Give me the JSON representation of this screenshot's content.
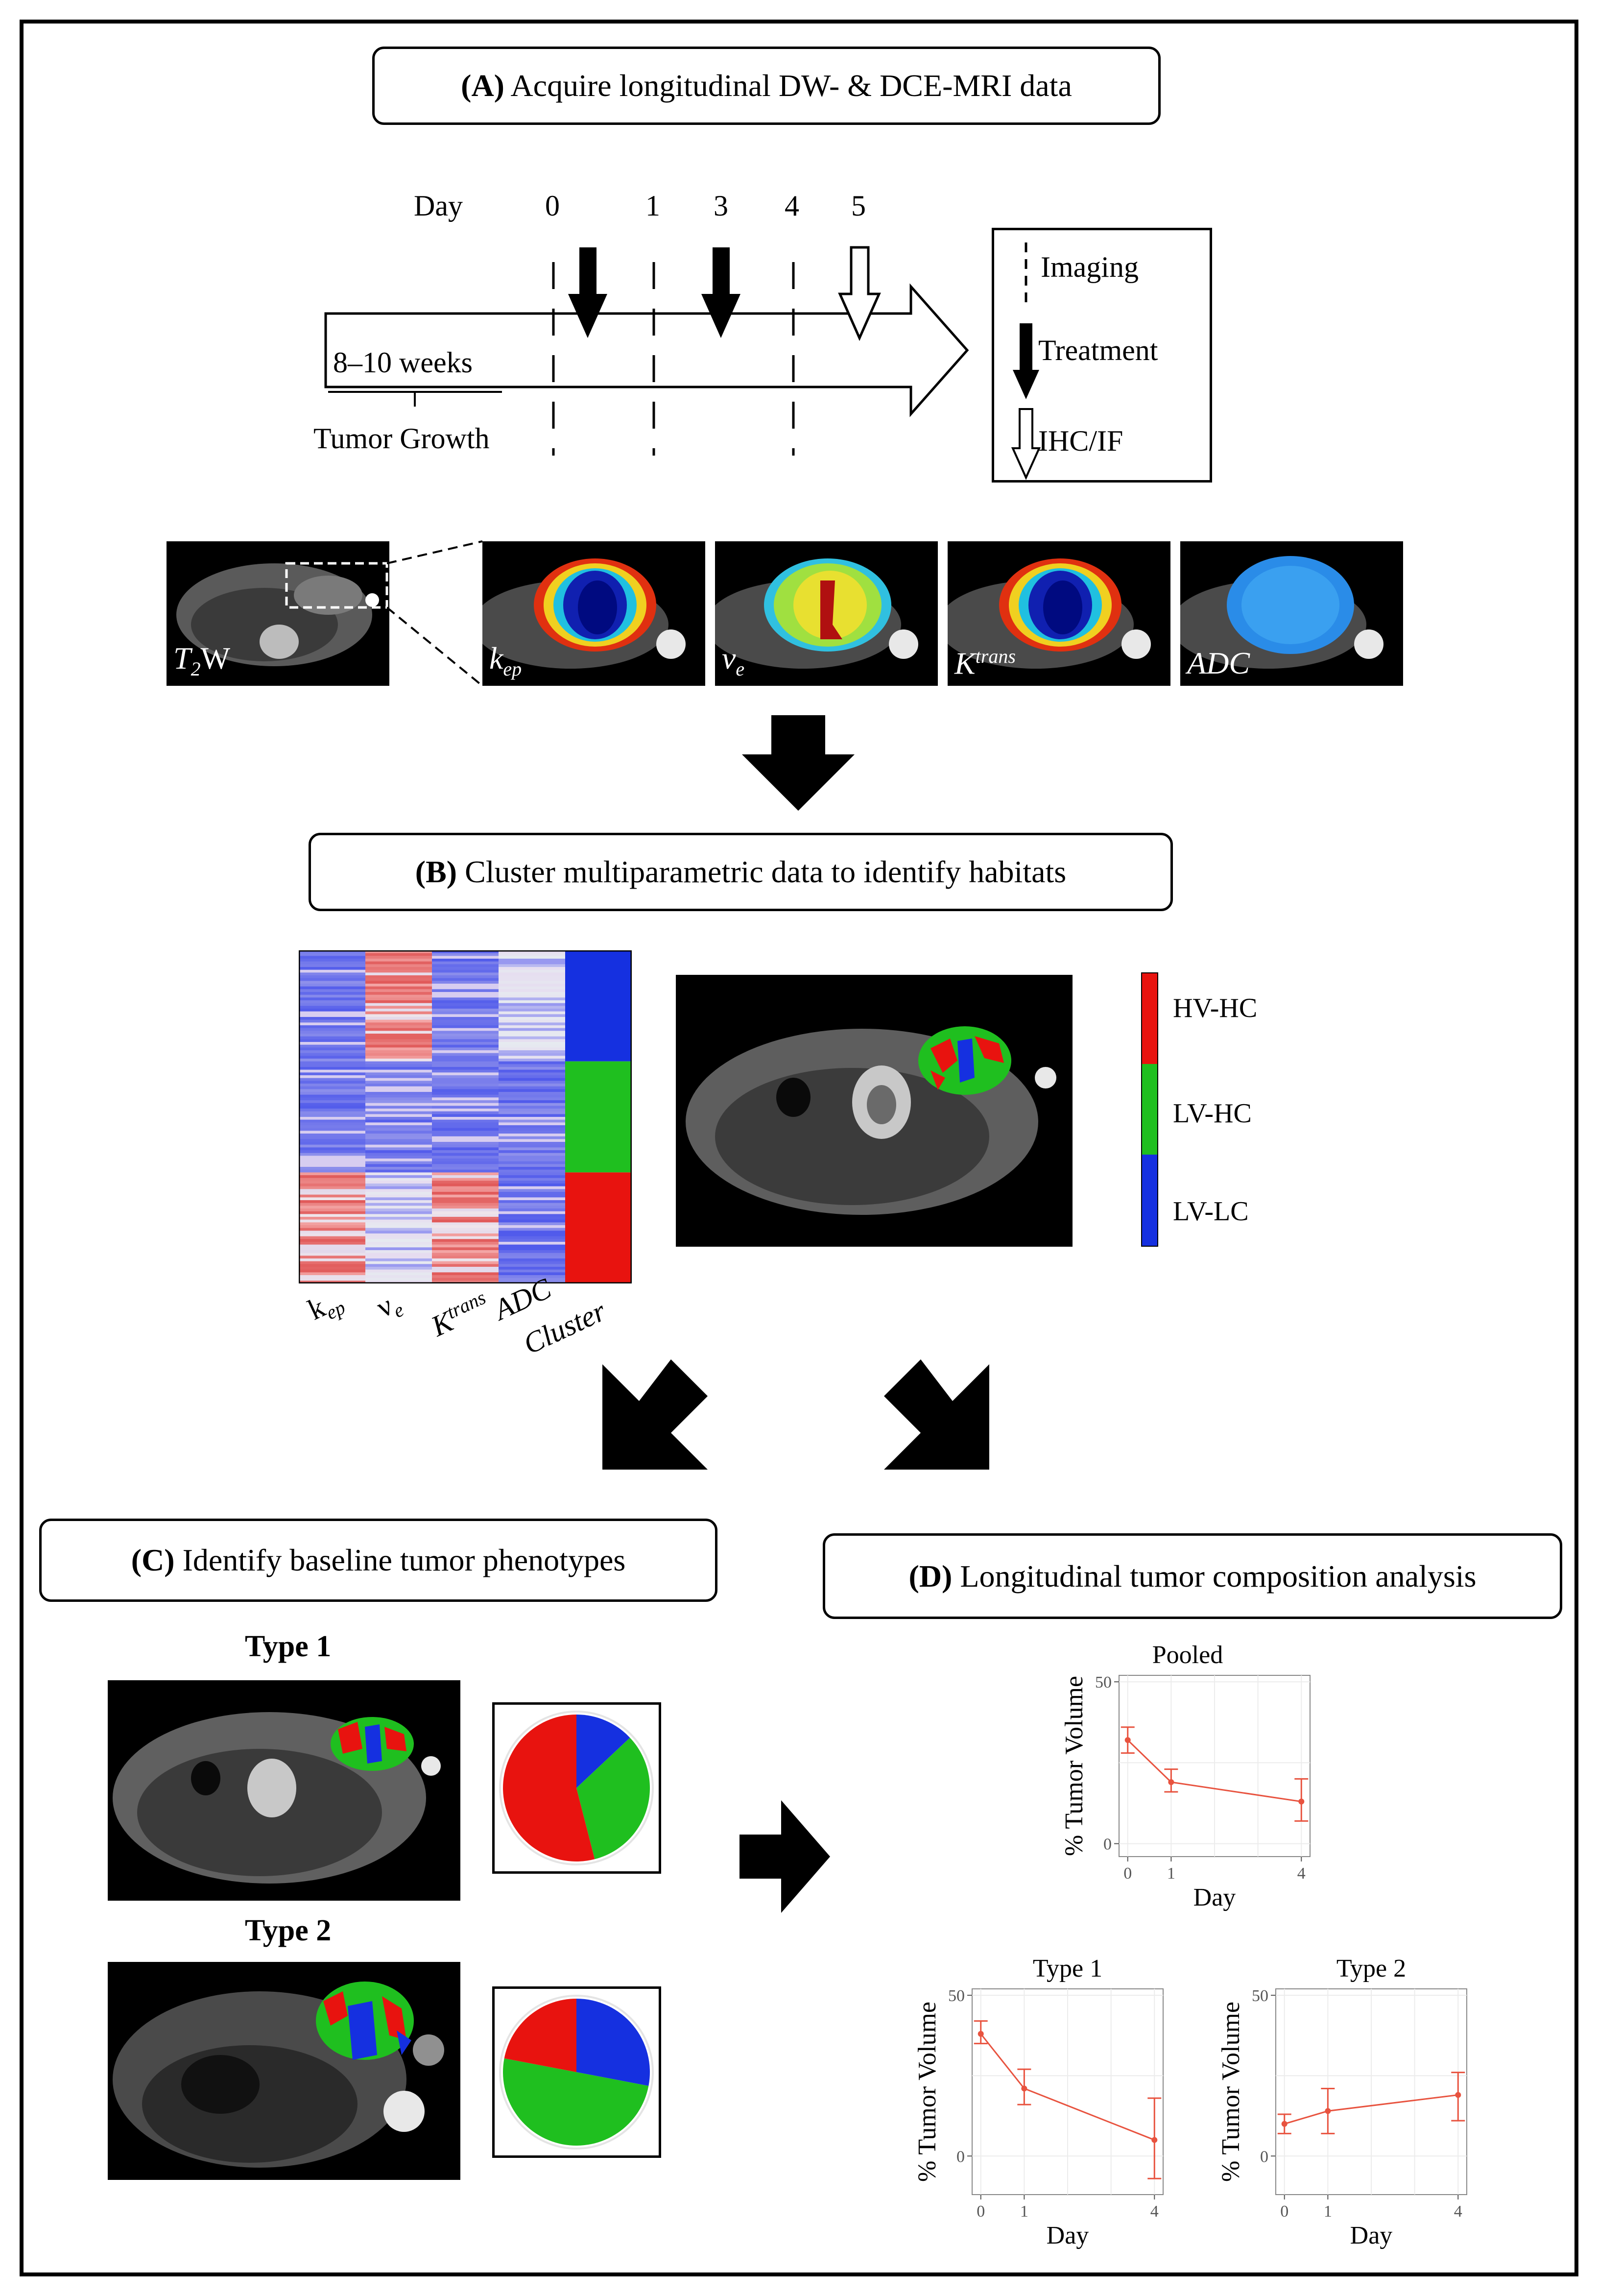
{
  "steps": {
    "a": {
      "letter": "(A)",
      "text": " Acquire longitudinal DW- & DCE-MRI data"
    },
    "b": {
      "letter": "(B)",
      "text": " Cluster multiparametric data to identify habitats"
    },
    "c": {
      "letter": "(C)",
      "text": " Identify baseline tumor phenotypes"
    },
    "d": {
      "letter": "(D)",
      "text": " Longitudinal tumor composition analysis"
    }
  },
  "timeline": {
    "day_label": "Day",
    "days": [
      "0",
      "1",
      "3",
      "4",
      "5"
    ],
    "growth_period": "8–10 weeks",
    "growth_label": "Tumor Growth"
  },
  "legend": {
    "imaging": "Imaging",
    "treatment": "Treatment",
    "ihc": "IHC/IF"
  },
  "maps": {
    "t2w": {
      "main": "T",
      "sub": "2",
      "rest": "W"
    },
    "kep": {
      "main": "k",
      "sub": "ep"
    },
    "ve": {
      "main": "v",
      "sub": "e"
    },
    "ktrans": {
      "main": "K",
      "sup": "trans"
    },
    "adc": {
      "main": "ADC"
    }
  },
  "heatmap": {
    "columns": [
      "k",
      "ν",
      "K",
      "ADC",
      "Cluster"
    ],
    "col_sub": {
      "kep": "ep",
      "ve": "e",
      "ktrans": "trans"
    }
  },
  "clusters": {
    "labels": [
      "HV-HC",
      "LV-HC",
      "LV-LC"
    ],
    "colors": [
      "#e8130f",
      "#1fbf1f",
      "#1530e0"
    ]
  },
  "phenotypes": {
    "type1": {
      "label": "Type 1",
      "slices": [
        {
          "name": "red",
          "value": 0.54,
          "color": "#e8130f"
        },
        {
          "name": "green",
          "value": 0.33,
          "color": "#1fbf1f"
        },
        {
          "name": "blue",
          "value": 0.13,
          "color": "#1530e0"
        }
      ]
    },
    "type2": {
      "label": "Type 2",
      "slices": [
        {
          "name": "blue",
          "value": 0.28,
          "color": "#1530e0"
        },
        {
          "name": "green",
          "value": 0.5,
          "color": "#1fbf1f"
        },
        {
          "name": "red",
          "value": 0.22,
          "color": "#e8130f"
        }
      ]
    }
  },
  "chart_data": [
    {
      "type": "line",
      "title": "Pooled",
      "xlabel": "Day",
      "ylabel": "% Tumor Volume",
      "x": [
        0,
        1,
        4
      ],
      "y": [
        32,
        19,
        13
      ],
      "err_low": [
        28,
        16,
        7
      ],
      "err_high": [
        36,
        23,
        20
      ],
      "xlim": [
        -0.2,
        4.2
      ],
      "ylim": [
        -4,
        52
      ],
      "xticks": [
        "0",
        "1",
        "4"
      ],
      "yticks": [
        "0",
        "50"
      ],
      "color": "#e8533f"
    },
    {
      "type": "line",
      "title": "Type 1",
      "xlabel": "Day",
      "ylabel": "% Tumor Volume",
      "x": [
        0,
        1,
        4
      ],
      "y": [
        38,
        21,
        5
      ],
      "err_low": [
        35,
        16,
        -7
      ],
      "err_high": [
        42,
        27,
        18
      ],
      "xlim": [
        -0.2,
        4.2
      ],
      "ylim": [
        -12,
        52
      ],
      "xticks": [
        "0",
        "1",
        "4"
      ],
      "yticks": [
        "0",
        "50"
      ],
      "color": "#e8533f"
    },
    {
      "type": "line",
      "title": "Type 2",
      "xlabel": "Day",
      "ylabel": "% Tumor Volume",
      "x": [
        0,
        1,
        4
      ],
      "y": [
        10,
        14,
        19
      ],
      "err_low": [
        7,
        7,
        11
      ],
      "err_high": [
        13,
        21,
        26
      ],
      "xlim": [
        -0.2,
        4.2
      ],
      "ylim": [
        -12,
        52
      ],
      "xticks": [
        "0",
        "1",
        "4"
      ],
      "yticks": [
        "0",
        "50"
      ],
      "color": "#e8533f"
    }
  ]
}
